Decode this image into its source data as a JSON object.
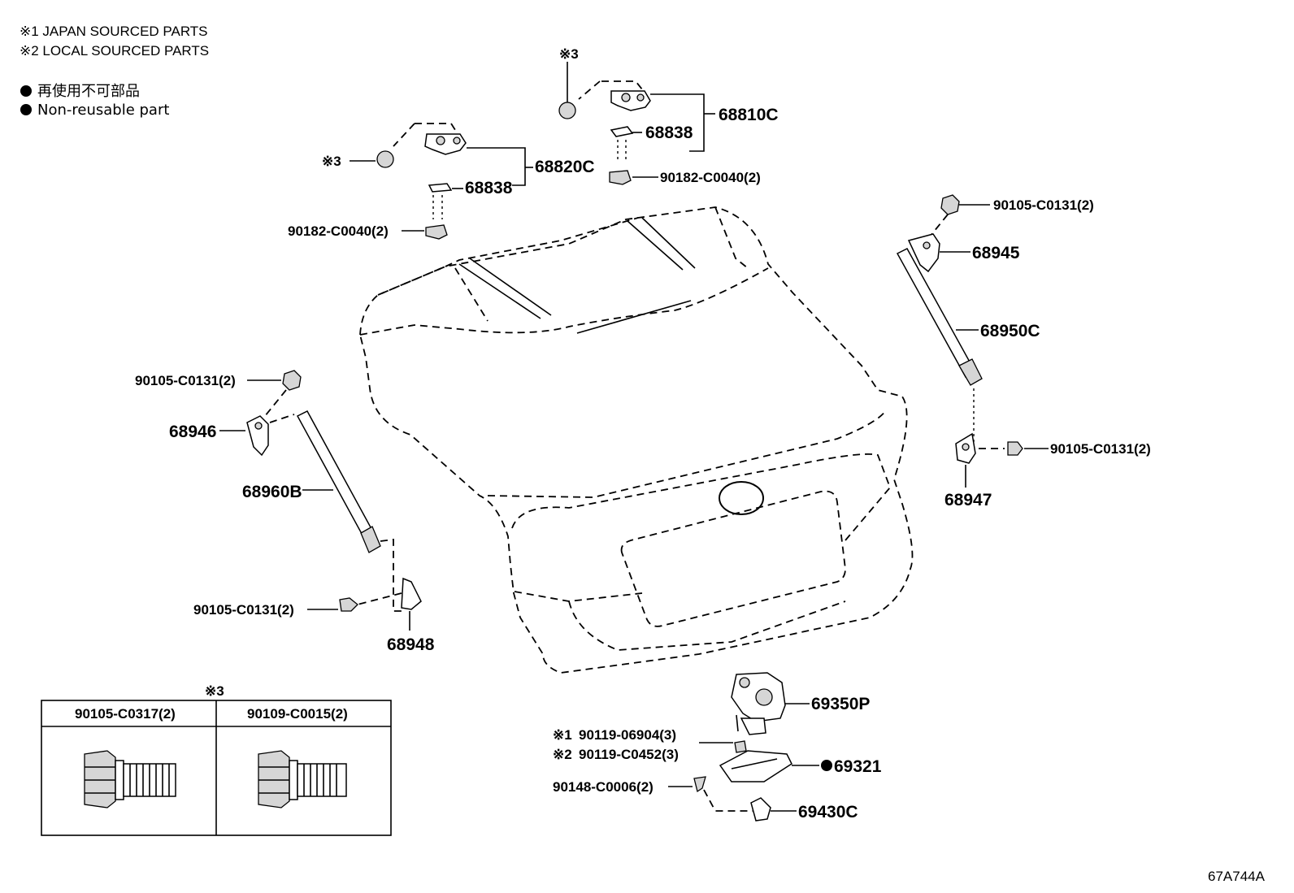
{
  "notes": {
    "note1": "※1 JAPAN SOURCED PARTS",
    "note2": "※2 LOCAL SOURCED PARTS",
    "note3_jp": "再使用不可部品",
    "note3_en": "Non-reusable part"
  },
  "callouts": {
    "top_mark_a": "※3",
    "p68810C": "68810C",
    "p68838_a": "68838",
    "p90182_a": "90182-C0040(2)",
    "mark_b": "※3",
    "p68820C": "68820C",
    "p68838_b": "68838",
    "p90182_b": "90182-C0040(2)",
    "p90105_tr": "90105-C0131(2)",
    "p68945": "68945",
    "p68950C": "68950C",
    "p90105_r": "90105-C0131(2)",
    "p68947": "68947",
    "p90105_l": "90105-C0131(2)",
    "p68946": "68946",
    "p68960B": "68960B",
    "p90105_bl": "90105-C0131(2)",
    "p68948": "68948",
    "p69350P": "69350P",
    "p90119_a_mark": "※1",
    "p90119_a": "90119-06904(3)",
    "p90119_b_mark": "※2",
    "p90119_b": "90119-C0452(3)",
    "p69321": "69321",
    "p90148": "90148-C0006(2)",
    "p69430C": "69430C"
  },
  "table": {
    "mark": "※3",
    "col1": "90105-C0317(2)",
    "col2": "90109-C0015(2)"
  },
  "diagram_code": "67A744A"
}
